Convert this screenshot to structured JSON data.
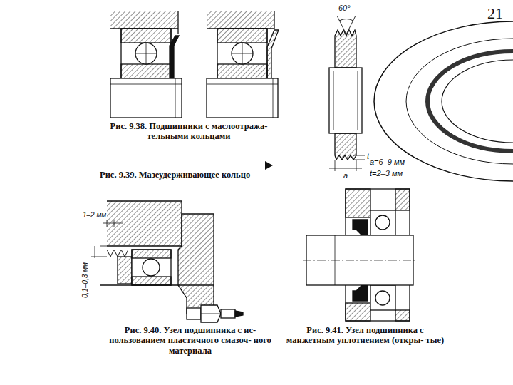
{
  "diagram": {
    "labels": [
      "21",
      "Рис. 9.38. Подшипники с маслоотража- тельными кольцами",
      "60°",
      "Рис. 9.39. Мазеудерживающее кольцо",
      "t",
      "a",
      "a=6–9 мм",
      "t=2–3 мм",
      "1–2 мм",
      "0,1–0,3 мм",
      "Рис. 9.40. Узел подшипника с ис- пользованием пластичного смазоч- ного материала",
      "Рис. 9.41. Узел подшипника с манжетным уплотнением (откры- тые)"
    ]
  }
}
